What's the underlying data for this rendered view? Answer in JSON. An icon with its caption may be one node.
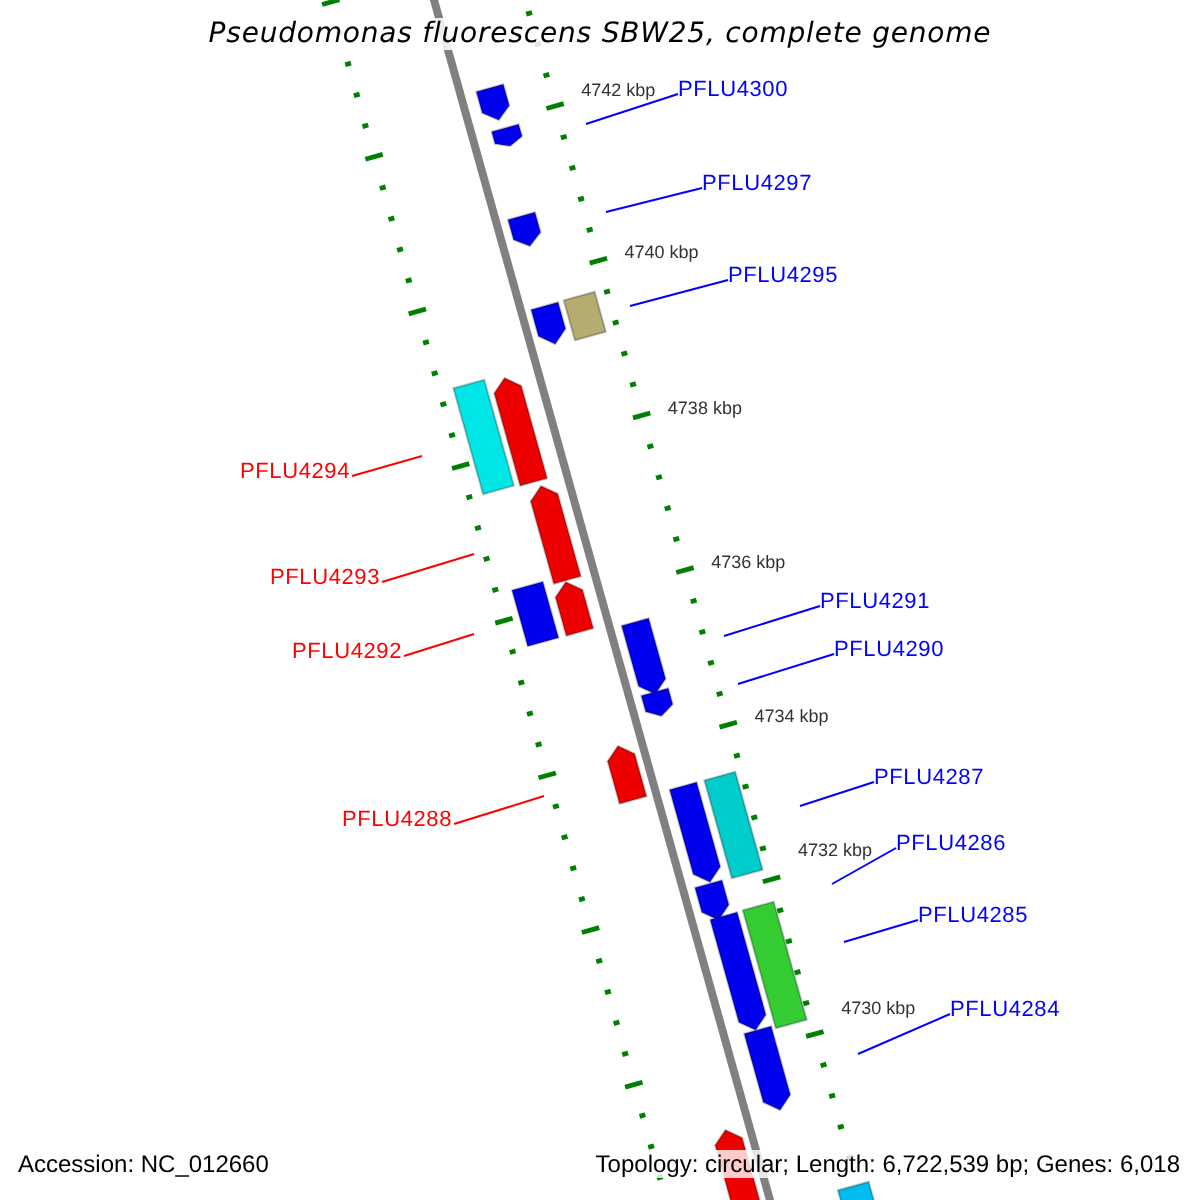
{
  "diagram": {
    "title": "Pseudomonas fluorescens SBW25, complete genome",
    "nodes": [
      {
        "text": [
          "PFLU4300"
        ]
      },
      {
        "text": [
          "PFLU4297"
        ]
      },
      {
        "text": [
          "PFLU4295"
        ]
      },
      {
        "text": [
          "PFLU4294"
        ]
      },
      {
        "text": [
          "PFLU4293"
        ]
      },
      {
        "text": [
          "PFLU4291"
        ]
      },
      {
        "text": [
          "PFLU4290"
        ]
      },
      {
        "text": [
          "PFLU4292"
        ]
      },
      {
        "text": [
          "PFLU4287"
        ]
      },
      {
        "text": [
          "PFLU4288"
        ]
      },
      {
        "text": [
          "PFLU4286"
        ]
      },
      {
        "text": [
          "PFLU4285"
        ]
      },
      {
        "text": [
          "PFLU4284"
        ]
      }
    ],
    "edges": [
      {
        "from": 0,
        "to": null,
        "arrow": "none"
      },
      {
        "from": 1,
        "to": null,
        "arrow": "none"
      },
      {
        "from": 2,
        "to": null,
        "arrow": "none"
      },
      {
        "from": 3,
        "to": null,
        "arrow": "none",
        "color": "#ff0000"
      },
      {
        "from": 4,
        "to": null,
        "arrow": "none",
        "color": "#ff0000"
      },
      {
        "from": 5,
        "to": null,
        "arrow": "none"
      },
      {
        "from": 6,
        "to": null,
        "arrow": "none"
      },
      {
        "from": 7,
        "to": null,
        "arrow": "none",
        "color": "#ff0000"
      },
      {
        "from": 8,
        "to": null,
        "arrow": "none"
      },
      {
        "from": 9,
        "to": null,
        "arrow": "none",
        "color": "#ff0000"
      },
      {
        "from": 10,
        "to": null,
        "arrow": "none"
      },
      {
        "from": 11,
        "to": null,
        "arrow": "none"
      },
      {
        "from": 12,
        "to": null,
        "arrow": "none"
      }
    ],
    "labels": [
      "4742 kbp",
      "4740 kbp",
      "4738 kbp",
      "4736 kbp",
      "4734 kbp",
      "4732 kbp",
      "4730 kbp",
      "Accession: NC_012660",
      "Topology: circular; Length: 6,722,539 bp; Genes: 6,018"
    ]
  }
}
